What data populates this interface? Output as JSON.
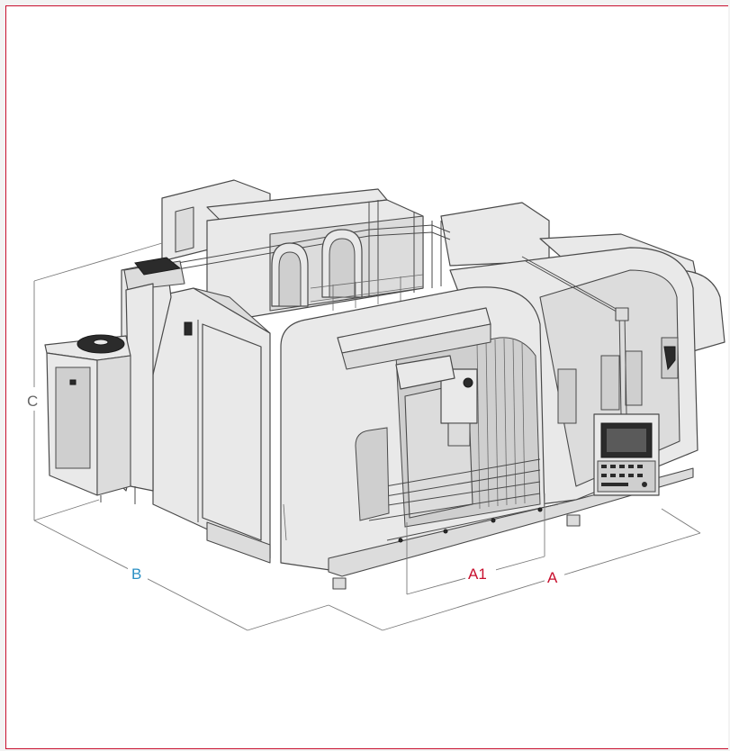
{
  "dimensions": {
    "a": "A",
    "a1": "A1",
    "b": "B",
    "c": "C"
  },
  "colors": {
    "frame_border": "#c8102e",
    "label_red": "#c8102e",
    "label_blue": "#2a8fc4",
    "label_gray": "#666666"
  }
}
